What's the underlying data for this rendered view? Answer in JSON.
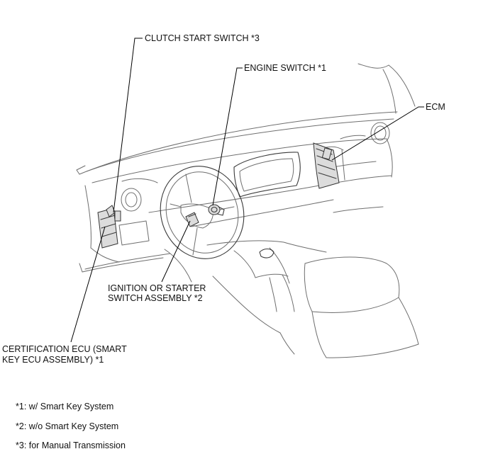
{
  "callouts": {
    "clutch_start_switch": "CLUTCH START SWITCH *3",
    "engine_switch": "ENGINE SWITCH *1",
    "ecm": "ECM",
    "ignition_line1": "IGNITION  OR STARTER",
    "ignition_line2": "SWITCH ASSEMBLY *2",
    "certification_line1": "CERTIFICATION  ECU (SMART",
    "certification_line2": "KEY ECU ASSEMBLY) *1"
  },
  "notes": [
    "*1: w/ Smart Key System",
    "*2: w/o Smart Key System",
    "*3: for Manual Transmission"
  ]
}
